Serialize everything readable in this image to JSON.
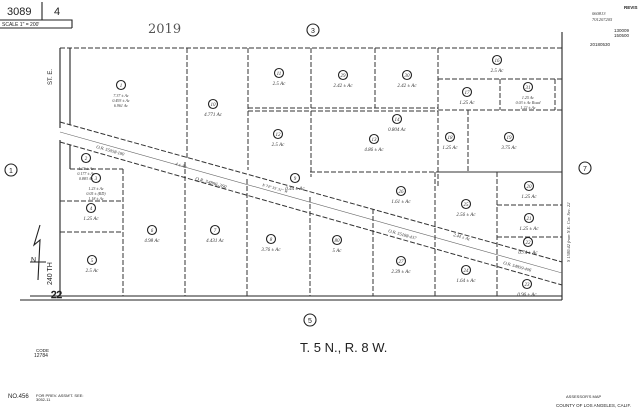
{
  "header": {
    "book": "3089",
    "page": "4",
    "scale": "SCALE 1\" = 200'",
    "year": "2019",
    "revisions_title": "REVIS",
    "revisions": [
      "060813",
      "701207205",
      "130009",
      "150500",
      "20180530"
    ]
  },
  "adjacent_pages": {
    "top": "3",
    "left": "1",
    "right": "7",
    "bottom": "5"
  },
  "streets": {
    "st_e": "ST. E.",
    "street_240": "240 TH",
    "section": "22"
  },
  "parcels": [
    {
      "num": "1",
      "area": [
        "7.37 ± Ac",
        "0.493 ± Ac",
        "6.961 Ac"
      ]
    },
    {
      "num": "2",
      "area": [
        "1.23 ± Ac",
        "0.177 ± Ac",
        "0.883 Ac"
      ]
    },
    {
      "num": "3",
      "area": [
        "1.23 ± Ac",
        "0.05 ± (RD)",
        "1.18 ± Ac"
      ]
    },
    {
      "num": "4",
      "area": [
        "1.25 Ac"
      ]
    },
    {
      "num": "5",
      "area": [
        "2.5 Ac"
      ]
    },
    {
      "num": "6",
      "area": [
        "4.98 Ac"
      ]
    },
    {
      "num": "7",
      "area": [
        "4.431 Ac"
      ]
    },
    {
      "num": "8",
      "area": [
        "3.76 ± Ac"
      ]
    },
    {
      "num": "9",
      "area": [
        "0.44 ± Ac"
      ]
    },
    {
      "num": "10",
      "area": [
        "4.771 Ac"
      ]
    },
    {
      "num": "11",
      "area": [
        "2.5 Ac"
      ]
    },
    {
      "num": "12",
      "area": [
        "2.5 Ac"
      ]
    },
    {
      "num": "13",
      "area": [
        "4.86 ± Ac"
      ]
    },
    {
      "num": "14",
      "area": [
        "0.804 Ac"
      ]
    },
    {
      "num": "29",
      "area": [
        "2.42 ± Ac"
      ]
    },
    {
      "num": "30",
      "area": [
        "2.42 ± Ac"
      ]
    },
    {
      "num": "16",
      "area": [
        "2.5 Ac"
      ]
    },
    {
      "num": "17",
      "area": [
        "1.25 Ac"
      ]
    },
    {
      "num": "31",
      "area": [
        "1.25 Ac",
        "0.03 ± Ac Road",
        "1.22 ± Ac"
      ]
    },
    {
      "num": "18",
      "area": [
        "1.25 Ac"
      ]
    },
    {
      "num": "19",
      "area": [
        "3.75 Ac"
      ]
    },
    {
      "num": "20",
      "area": [
        "1.25 Ac"
      ]
    },
    {
      "num": "21",
      "area": [
        "1.25 ± Ac"
      ]
    },
    {
      "num": "22",
      "area": [
        "0.74 ± Ac"
      ]
    },
    {
      "num": "23",
      "area": [
        "0.96 ± Ac"
      ]
    },
    {
      "num": "24",
      "area": [
        "1.64 ± Ac"
      ]
    },
    {
      "num": "25",
      "area": [
        "2.56 ± Ac"
      ]
    },
    {
      "num": "26",
      "area": [
        "1.61 ± Ac"
      ]
    },
    {
      "num": "27",
      "area": [
        "2.39 ± Ac"
      ]
    },
    {
      "num": "80",
      "area": [
        "5 Ac"
      ]
    }
  ],
  "road": {
    "doc1": "O.R. 55058-180",
    "doc2": "O.R. 54896-260",
    "doc3": "O.R. 55188-437",
    "doc4": "O.R. 54859-406",
    "area1": "4 ± Ac",
    "area2": "2.44 ± Ac",
    "bearing": "N 74° 35' 31\" W",
    "tie": "S 1500.42 from N.E. Cor. Sec. 22"
  },
  "township": "T. 5 N., R. 8 W.",
  "code": {
    "label": "CODE",
    "value": "12784"
  },
  "footer": {
    "map_no": "NO.456",
    "prev_assmt": "FOR PREV. ASSM'T. SEE:",
    "prev_ref": "3052-11",
    "assessor": "ASSESSOR'S MAP",
    "county": "COUNTY OF LOS ANGELES, CALIF."
  }
}
